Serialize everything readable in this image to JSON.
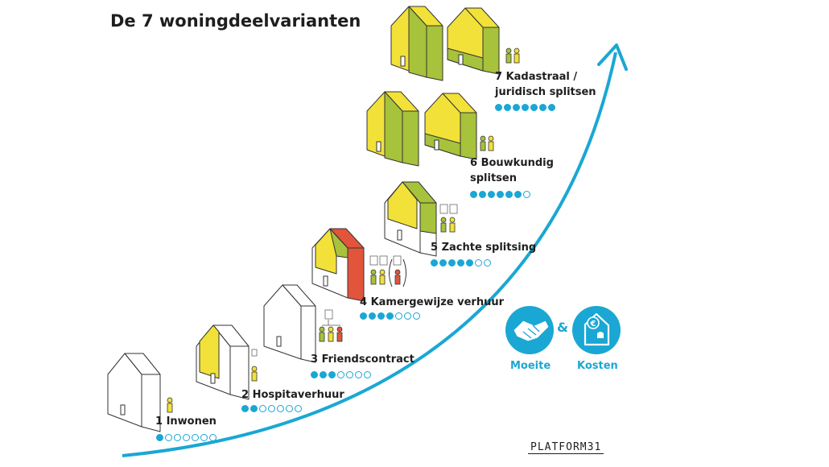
{
  "title": "De 7 woningdeelvarianten",
  "colors": {
    "accent": "#1aa7d4",
    "yellow": "#f2e138",
    "green": "#a7c23b",
    "red": "#e2553c"
  },
  "variants": [
    {
      "label": "1 Inwonen",
      "level": 1,
      "max": 7
    },
    {
      "label": "2 Hospitaverhuur",
      "level": 2,
      "max": 7
    },
    {
      "label": "3 Friendscontract",
      "level": 3,
      "max": 7
    },
    {
      "label": "4 Kamergewijze verhuur",
      "level": 4,
      "max": 7
    },
    {
      "label": "5 Zachte splitsing",
      "level": 5,
      "max": 7
    },
    {
      "label_line1": "6 Bouwkundig",
      "label_line2": "splitsen",
      "level": 6,
      "max": 7
    },
    {
      "label_line1": "7 Kadastraal /",
      "label_line2": "juridisch splitsen",
      "level": 7,
      "max": 7
    }
  ],
  "legend": {
    "effort_label": "Moeite",
    "cost_label": "Kosten",
    "ampersand": "&",
    "effort_icon": "handshake-icon",
    "cost_icon": "house-euro-icon"
  },
  "brand": "PLATFORM31"
}
